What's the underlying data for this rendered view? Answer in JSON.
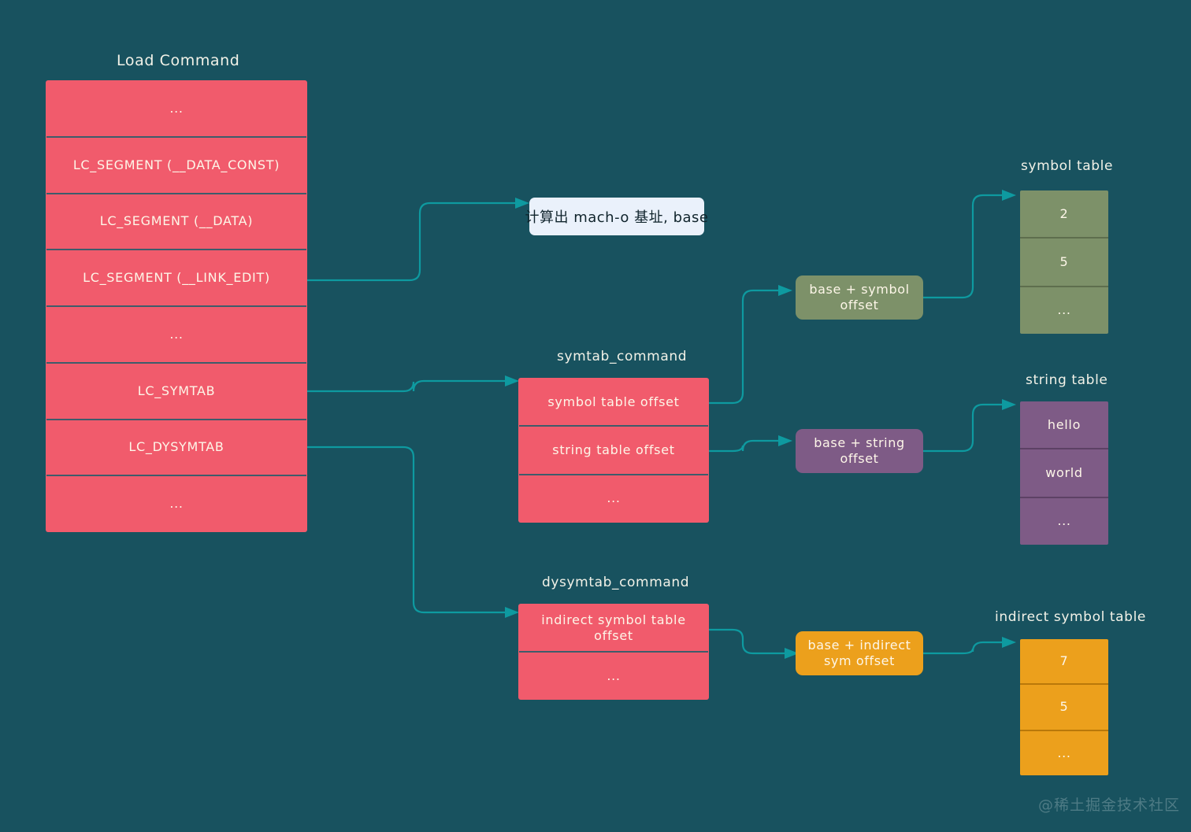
{
  "background_color": "#18525f",
  "accent_color": "#0e9aa0",
  "load_command": {
    "title": "Load Command",
    "color": "#f15b6c",
    "rows": [
      "...",
      "LC_SEGMENT (__DATA_CONST)",
      "LC_SEGMENT (__DATA)",
      "LC_SEGMENT (__LINK_EDIT)",
      "...",
      "LC_SYMTAB",
      "LC_DYSYMTAB",
      "..."
    ]
  },
  "base_note": {
    "text": "计算出 mach-o 基址, base",
    "color": "#eaf1fb"
  },
  "symtab_command": {
    "title": "symtab_command",
    "color": "#f15b6c",
    "rows": [
      "symbol table offset",
      "string table offset",
      "..."
    ]
  },
  "dysymtab_command": {
    "title": "dysymtab_command",
    "color": "#f15b6c",
    "rows": [
      "indirect symbol table offset",
      "..."
    ]
  },
  "computed": {
    "symbol": {
      "label": "base + symbol offset",
      "color": "#7d9169"
    },
    "string": {
      "label": "base + string offset",
      "color": "#7e5b86"
    },
    "indirect": {
      "label": "base + indirect sym offset",
      "color": "#eca01c"
    }
  },
  "symbol_table": {
    "title": "symbol table",
    "color": "#7d9169",
    "rows": [
      "2",
      "5",
      "..."
    ]
  },
  "string_table": {
    "title": "string table",
    "color": "#7e5b86",
    "rows": [
      "hello",
      "world",
      "..."
    ]
  },
  "indirect_symbol_table": {
    "title": "indirect symbol table",
    "color": "#eca01c",
    "rows": [
      "7",
      "5",
      "..."
    ]
  },
  "watermark": "@稀土掘金技术社区"
}
